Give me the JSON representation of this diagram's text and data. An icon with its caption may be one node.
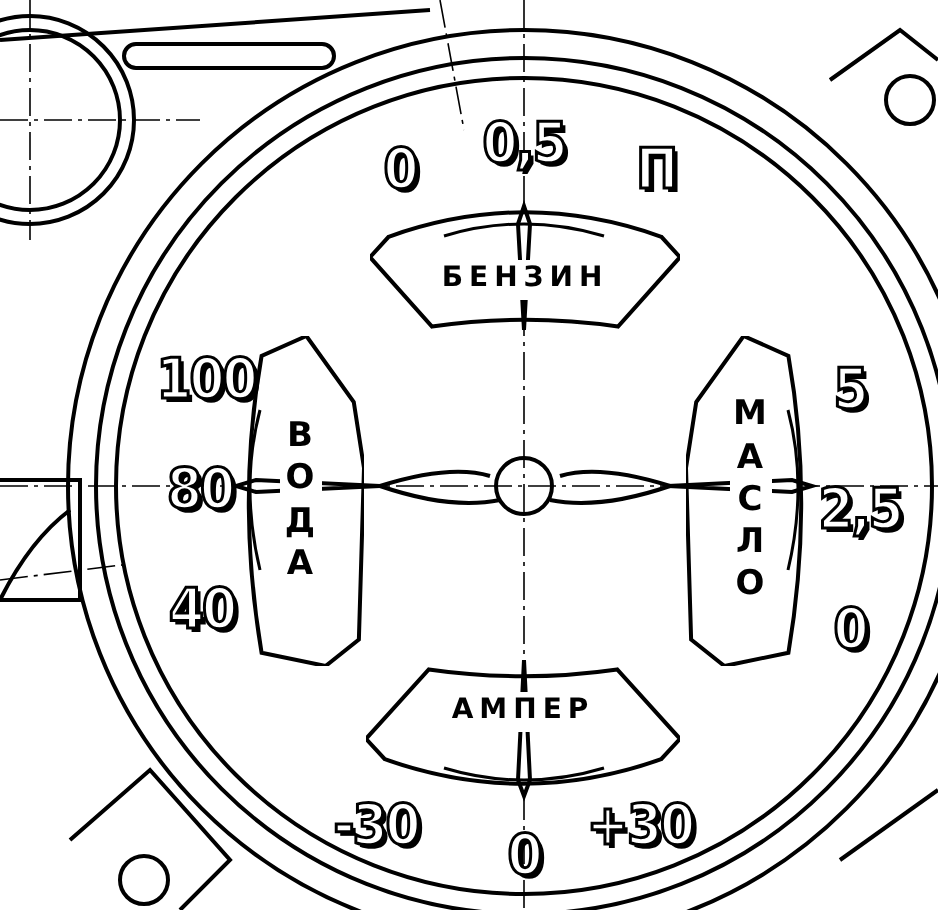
{
  "diagram": {
    "nodes": [
      {
        "text": [
          "БЕНЗИН"
        ]
      },
      {
        "text": [
          "ВОДА"
        ]
      },
      {
        "text": [
          "МАСЛО"
        ]
      },
      {
        "text": [
          "АМПЕР"
        ]
      }
    ],
    "labels": [
      "0",
      "0,5",
      "П",
      "100",
      "5",
      "80",
      "2,5",
      "40",
      "0",
      "-30",
      "0",
      "+30"
    ]
  }
}
